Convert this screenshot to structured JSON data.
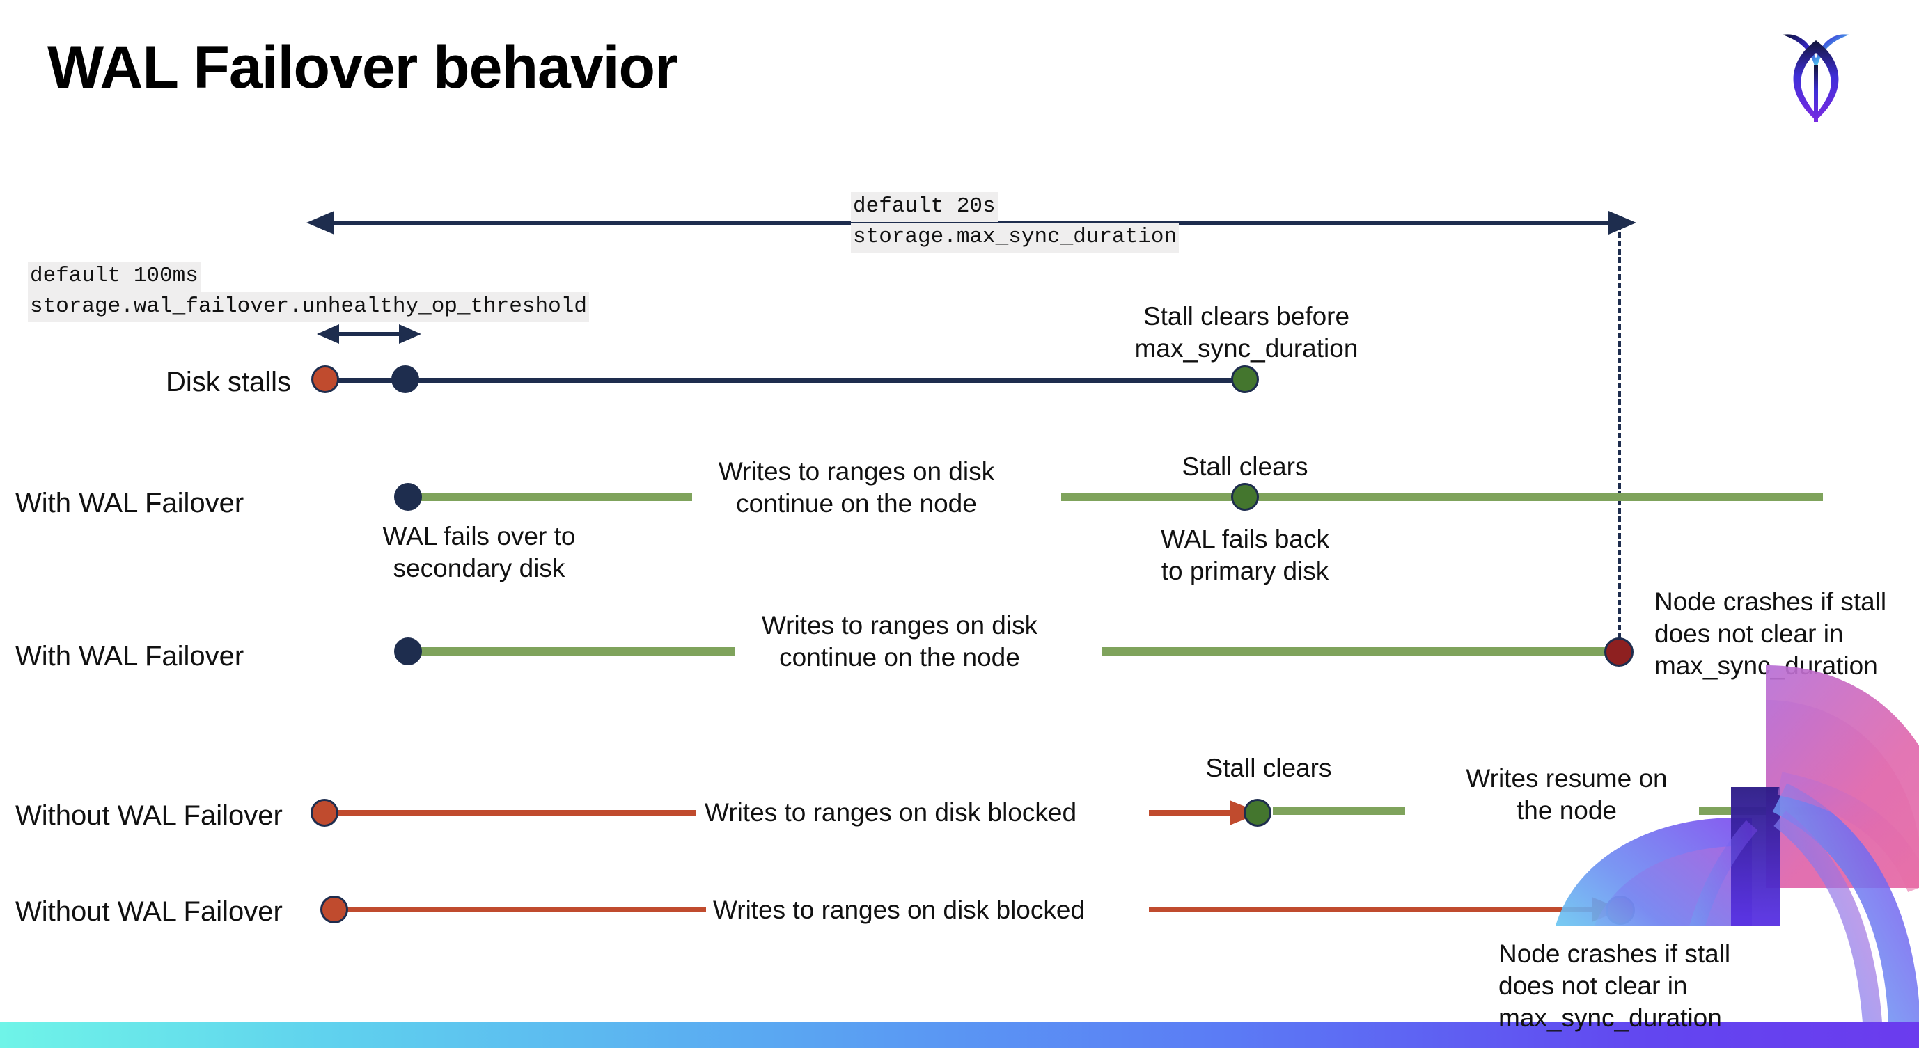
{
  "slide": {
    "title": "WAL Failover behavior",
    "logo_name": "cockroachdb-logo"
  },
  "settings": {
    "max_sync": {
      "default_label": "default 20s",
      "setting_name": "storage.max_sync_duration"
    },
    "unhealthy_threshold": {
      "default_label": "default 100ms",
      "setting_name": "storage.wal_failover.unhealthy_op_threshold"
    }
  },
  "rows": [
    {
      "label": "Disk stalls",
      "annotation": "Stall clears before\nmax_sync_duration"
    },
    {
      "label": "With WAL Failover",
      "start_note": "WAL fails over to\nsecondary disk",
      "mid_note": "Writes to ranges on disk\ncontinue on the node",
      "clear_note": "Stall clears",
      "end_note": "WAL fails  back\nto primary disk"
    },
    {
      "label": "With WAL Failover",
      "mid_note": "Writes to ranges on disk\ncontinue on the node",
      "crash_note": "Node crashes if stall\ndoes not clear in\nmax_sync_duration"
    },
    {
      "label": "Without WAL Failover",
      "mid_note": "Writes to ranges on disk  blocked",
      "clear_note": "Stall clears",
      "resume_note": "Writes resume on\nthe node"
    },
    {
      "label": "Without WAL Failover",
      "mid_note": "Writes to ranges on disk  blocked",
      "crash_note": "Node crashes if stall\ndoes not clear in\nmax_sync_duration"
    }
  ],
  "colors": {
    "navy": "#1E2D4E",
    "red": "#C04B2E",
    "green_line": "#7FA35C",
    "green_dot": "#44762E",
    "dark_red_dot": "#8E2020",
    "chip_bg": "#efeeee"
  }
}
